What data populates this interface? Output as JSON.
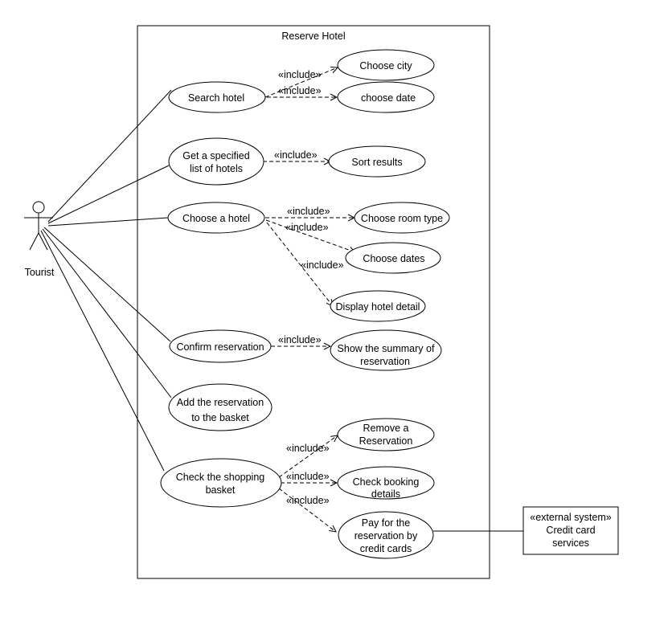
{
  "system": {
    "title": "Reserve Hotel"
  },
  "actor": {
    "name": "Tourist"
  },
  "include_label": "«include»",
  "use_cases": {
    "search_hotel": "Search hotel",
    "choose_city": "Choose city",
    "choose_date": "choose date",
    "get_list_l1": "Get a specified",
    "get_list_l2": "list of hotels",
    "sort_results": "Sort results",
    "choose_hotel": "Choose a hotel",
    "choose_room_type": "Choose room type",
    "choose_dates": "Choose dates",
    "display_hotel_detail": "Display hotel detail",
    "confirm_reservation": "Confirm reservation",
    "summary_l1": "Show the summary of",
    "summary_l2": "reservation",
    "add_basket_l1": "Add the reservation",
    "add_basket_l2": "to the basket",
    "check_basket_l1": "Check the shopping",
    "check_basket_l2": "basket",
    "remove_l1": "Remove a",
    "remove_l2": "Reservation",
    "booking_l1": "Check booking",
    "booking_l2": "details",
    "pay_l1": "Pay for the",
    "pay_l2": "reservation by",
    "pay_l3": "credit cards"
  },
  "external": {
    "stereotype": "«external system»",
    "name_l1": "Credit card",
    "name_l2": "services"
  }
}
